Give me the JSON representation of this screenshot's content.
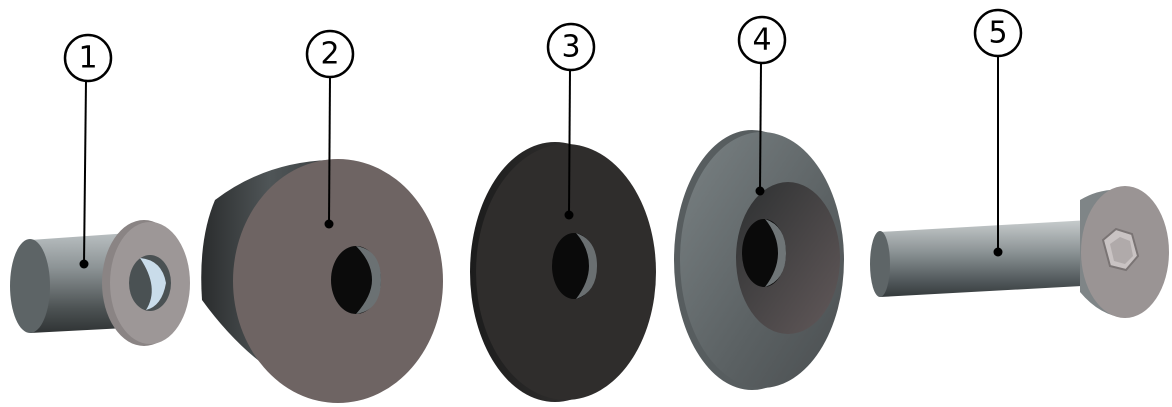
{
  "callouts": [
    {
      "number": "1"
    },
    {
      "number": "2"
    },
    {
      "number": "3"
    },
    {
      "number": "4"
    },
    {
      "number": "5"
    }
  ],
  "colors": {
    "background": "#ffffff",
    "line": "#000000",
    "steel_dark": "#3a3d3e",
    "steel_mid": "#6e7577",
    "face_taupe": "#6e6463",
    "washer_dark": "#2d2b2a",
    "face_light": "#9a9494"
  }
}
